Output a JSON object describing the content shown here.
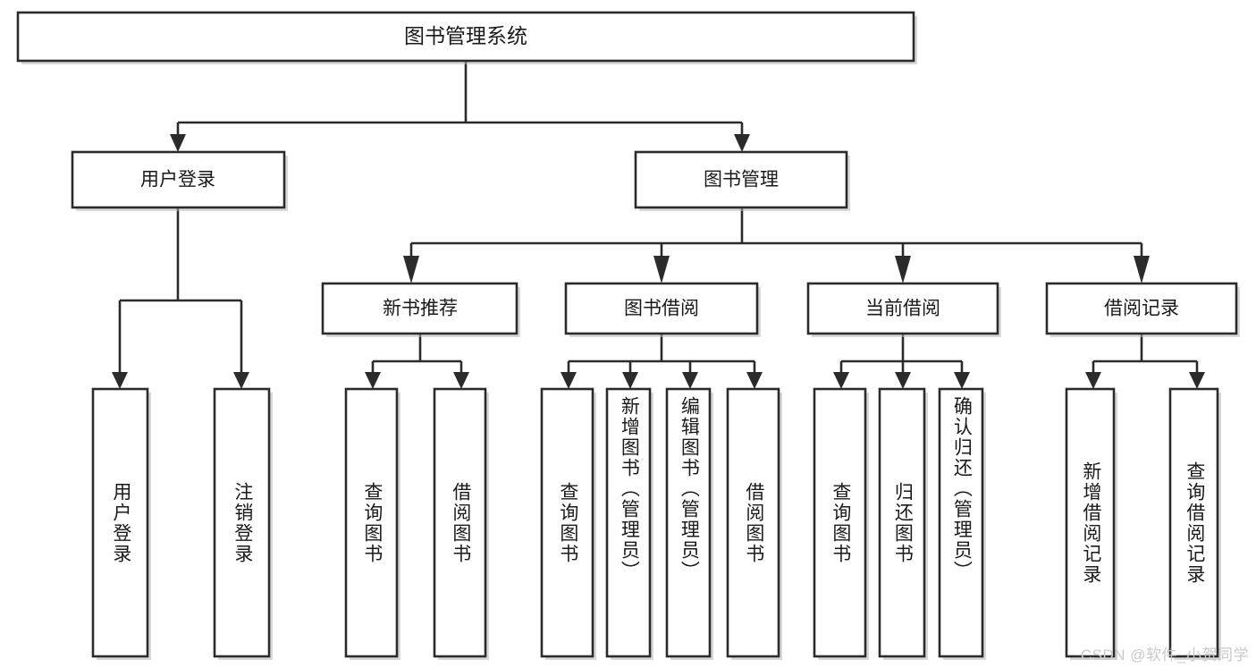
{
  "diagram": {
    "type": "tree-hierarchy-chart",
    "title": "图书管理系统",
    "background_color": "#ffffff",
    "line_color": "#2b2b2b",
    "box_fill": "#ffffff",
    "text_color": "#1a1a1a"
  },
  "root": {
    "label": "图书管理系统"
  },
  "level2": [
    {
      "label": "用户登录"
    },
    {
      "label": "图书管理"
    }
  ],
  "level3": [
    {
      "label": "新书推荐"
    },
    {
      "label": "图书借阅"
    },
    {
      "label": "当前借阅"
    },
    {
      "label": "借阅记录"
    }
  ],
  "leaves": {
    "user_login": [
      {
        "label": "用户登录"
      },
      {
        "label": "注销登录"
      }
    ],
    "new_book_recommend": [
      {
        "label": "查询图书"
      },
      {
        "label": "借阅图书"
      }
    ],
    "book_borrow": [
      {
        "label": "查询图书"
      },
      {
        "label": "新增图书（管理员）"
      },
      {
        "label": "编辑图书（管理员）"
      },
      {
        "label": "借阅图书"
      }
    ],
    "current_borrow": [
      {
        "label": "查询图书"
      },
      {
        "label": "归还图书"
      },
      {
        "label": "确认归还（管理员）"
      }
    ],
    "borrow_record": [
      {
        "label": "新增借阅记录"
      },
      {
        "label": "查询借阅记录"
      }
    ]
  },
  "watermark": {
    "text": "CSDN @软件_小贺同学",
    "color": "#c9c9c9"
  },
  "chart_data": {
    "type": "table",
    "title": "图书管理系统 功能结构图",
    "nodes": [
      {
        "id": "root",
        "label": "图书管理系统",
        "level": 0,
        "parent": null
      },
      {
        "id": "n1",
        "label": "用户登录",
        "level": 1,
        "parent": "root"
      },
      {
        "id": "n2",
        "label": "图书管理",
        "level": 1,
        "parent": "root"
      },
      {
        "id": "n1a",
        "label": "用户登录",
        "level": 2,
        "parent": "n1"
      },
      {
        "id": "n1b",
        "label": "注销登录",
        "level": 2,
        "parent": "n1"
      },
      {
        "id": "n2a",
        "label": "新书推荐",
        "level": 2,
        "parent": "n2"
      },
      {
        "id": "n2b",
        "label": "图书借阅",
        "level": 2,
        "parent": "n2"
      },
      {
        "id": "n2c",
        "label": "当前借阅",
        "level": 2,
        "parent": "n2"
      },
      {
        "id": "n2d",
        "label": "借阅记录",
        "level": 2,
        "parent": "n2"
      },
      {
        "id": "n2a1",
        "label": "查询图书",
        "level": 3,
        "parent": "n2a"
      },
      {
        "id": "n2a2",
        "label": "借阅图书",
        "level": 3,
        "parent": "n2a"
      },
      {
        "id": "n2b1",
        "label": "查询图书",
        "level": 3,
        "parent": "n2b"
      },
      {
        "id": "n2b2",
        "label": "新增图书（管理员）",
        "level": 3,
        "parent": "n2b"
      },
      {
        "id": "n2b3",
        "label": "编辑图书（管理员）",
        "level": 3,
        "parent": "n2b"
      },
      {
        "id": "n2b4",
        "label": "借阅图书",
        "level": 3,
        "parent": "n2b"
      },
      {
        "id": "n2c1",
        "label": "查询图书",
        "level": 3,
        "parent": "n2c"
      },
      {
        "id": "n2c2",
        "label": "归还图书",
        "level": 3,
        "parent": "n2c"
      },
      {
        "id": "n2c3",
        "label": "确认归还（管理员）",
        "level": 3,
        "parent": "n2c"
      },
      {
        "id": "n2d1",
        "label": "新增借阅记录",
        "level": 3,
        "parent": "n2d"
      },
      {
        "id": "n2d2",
        "label": "查询借阅记录",
        "level": 3,
        "parent": "n2d"
      }
    ]
  }
}
